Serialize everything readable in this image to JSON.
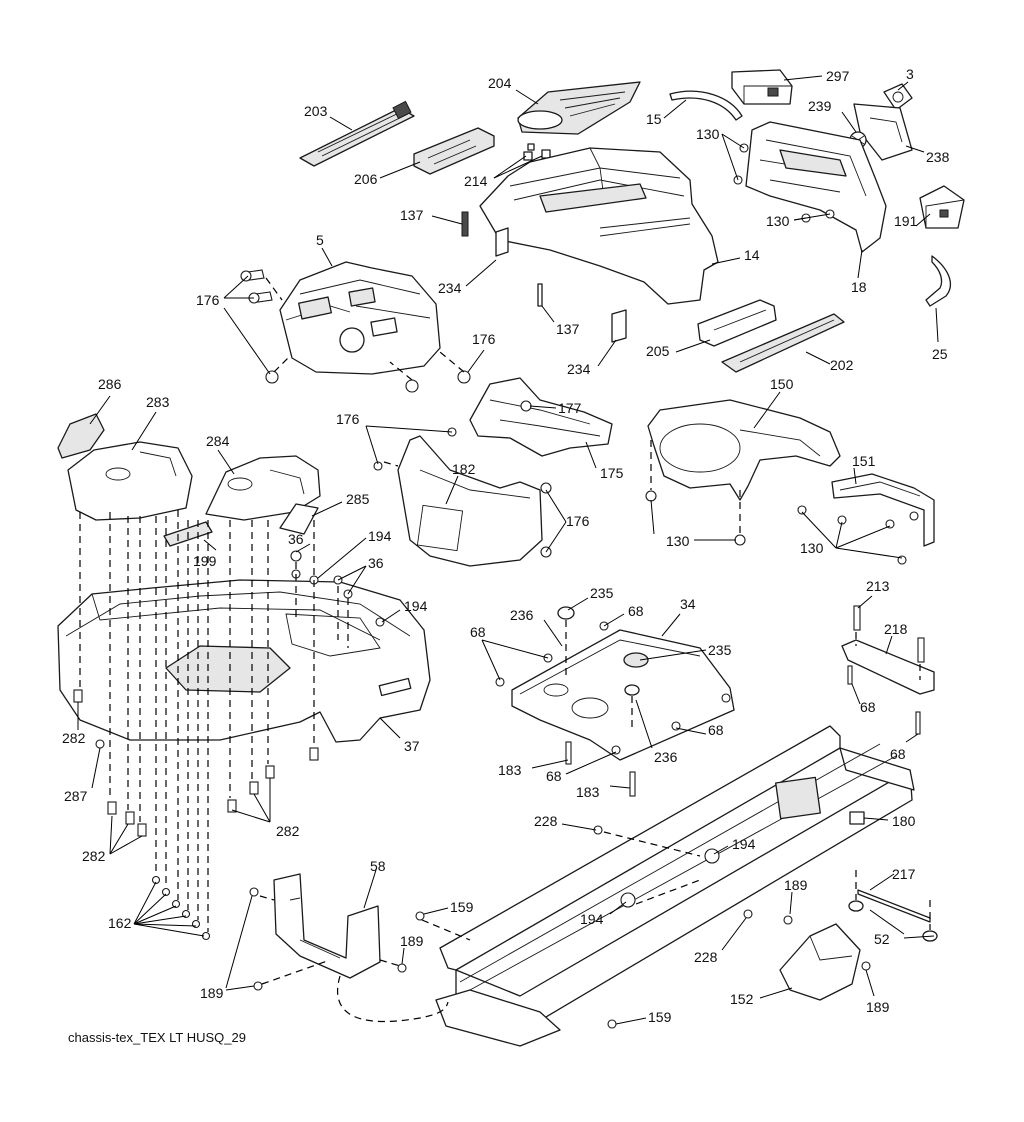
{
  "caption": "chassis-tex_TEX LT HUSQ_29",
  "callouts": [
    {
      "text": "203"
    },
    {
      "text": "204"
    },
    {
      "text": "297"
    },
    {
      "text": "3"
    },
    {
      "text": "15"
    },
    {
      "text": "239"
    },
    {
      "text": "238"
    },
    {
      "text": "130"
    },
    {
      "text": "206"
    },
    {
      "text": "214"
    },
    {
      "text": "130"
    },
    {
      "text": "137"
    },
    {
      "text": "191"
    },
    {
      "text": "5"
    },
    {
      "text": "14"
    },
    {
      "text": "18"
    },
    {
      "text": "176"
    },
    {
      "text": "234"
    },
    {
      "text": "25"
    },
    {
      "text": "137"
    },
    {
      "text": "176"
    },
    {
      "text": "205"
    },
    {
      "text": "202"
    },
    {
      "text": "234"
    },
    {
      "text": "150"
    },
    {
      "text": "286"
    },
    {
      "text": "283"
    },
    {
      "text": "177"
    },
    {
      "text": "176"
    },
    {
      "text": "284"
    },
    {
      "text": "151"
    },
    {
      "text": "175"
    },
    {
      "text": "182"
    },
    {
      "text": "285"
    },
    {
      "text": "176"
    },
    {
      "text": "130"
    },
    {
      "text": "130"
    },
    {
      "text": "199"
    },
    {
      "text": "194"
    },
    {
      "text": "36"
    },
    {
      "text": "36"
    },
    {
      "text": "194"
    },
    {
      "text": "213"
    },
    {
      "text": "235"
    },
    {
      "text": "236"
    },
    {
      "text": "68"
    },
    {
      "text": "34"
    },
    {
      "text": "218"
    },
    {
      "text": "68"
    },
    {
      "text": "235"
    },
    {
      "text": "68"
    },
    {
      "text": "68"
    },
    {
      "text": "282"
    },
    {
      "text": "37"
    },
    {
      "text": "183"
    },
    {
      "text": "68"
    },
    {
      "text": "236"
    },
    {
      "text": "68"
    },
    {
      "text": "287"
    },
    {
      "text": "183"
    },
    {
      "text": "282"
    },
    {
      "text": "282"
    },
    {
      "text": "228"
    },
    {
      "text": "180"
    },
    {
      "text": "194"
    },
    {
      "text": "58"
    },
    {
      "text": "217"
    },
    {
      "text": "189"
    },
    {
      "text": "162"
    },
    {
      "text": "159"
    },
    {
      "text": "194"
    },
    {
      "text": "228"
    },
    {
      "text": "189"
    },
    {
      "text": "52"
    },
    {
      "text": "189"
    },
    {
      "text": "152"
    },
    {
      "text": "189"
    },
    {
      "text": "159"
    }
  ]
}
